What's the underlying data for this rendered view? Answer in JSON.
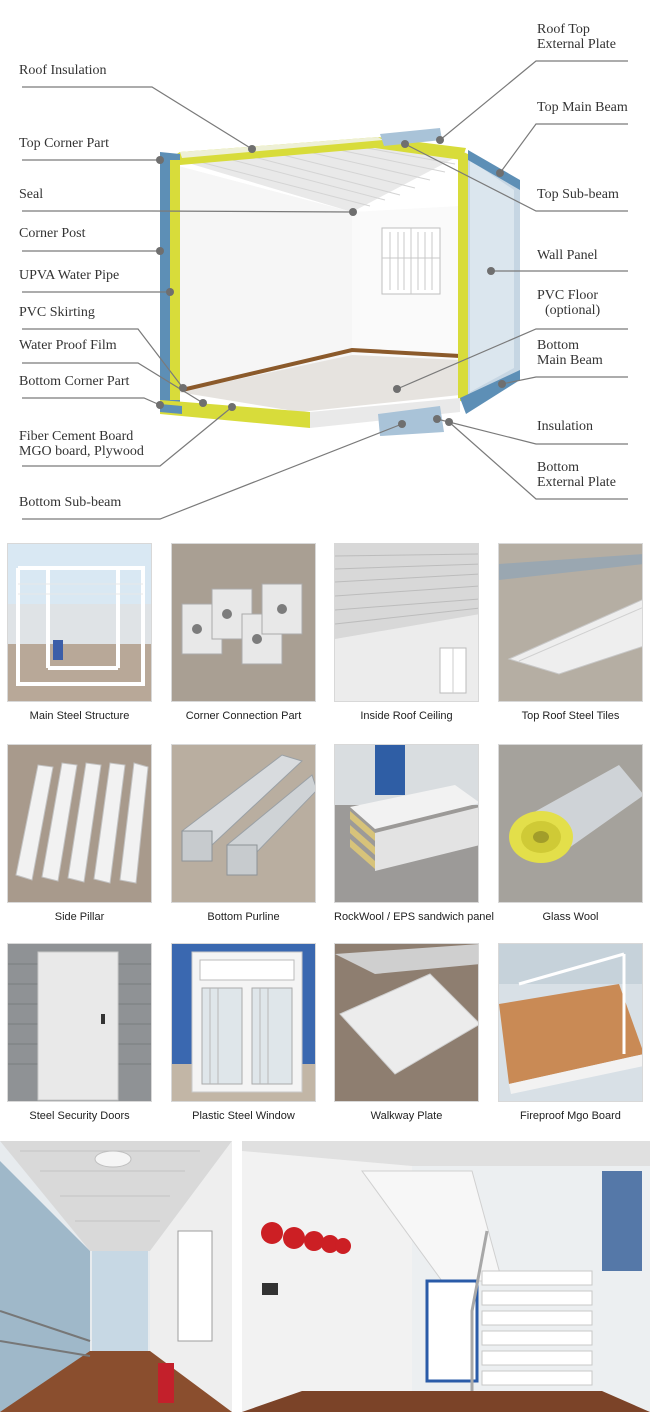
{
  "diagram": {
    "left_labels": [
      {
        "text": "Roof Insulation"
      },
      {
        "text": "Top Corner Part"
      },
      {
        "text": "Seal"
      },
      {
        "text": "Corner Post"
      },
      {
        "text": "UPVA Water Pipe"
      },
      {
        "text": "PVC Skirting"
      },
      {
        "text": "Water Proof Film"
      },
      {
        "text": "Bottom Corner Part"
      },
      {
        "text": "Fiber Cement Board",
        "sub": "MGO board,  Plywood"
      },
      {
        "text": "Bottom Sub-beam"
      }
    ],
    "right_labels": [
      {
        "text": "Roof Top",
        "sub": "External Plate"
      },
      {
        "text": "Top Main Beam"
      },
      {
        "text": "Top Sub-beam"
      },
      {
        "text": "Wall Panel"
      },
      {
        "text": "PVC Floor",
        "sub": "(optional)"
      },
      {
        "text": "Bottom",
        "sub": "Main Beam"
      },
      {
        "text": "Insulation"
      },
      {
        "text": "Bottom",
        "sub": "External Plate"
      }
    ]
  },
  "components": [
    {
      "caption": "Main Steel Structure",
      "icon": "steel-frame"
    },
    {
      "caption": "Corner Connection Part",
      "icon": "corner-castings"
    },
    {
      "caption": "Inside Roof Ceiling",
      "icon": "ceiling"
    },
    {
      "caption": "Top Roof Steel Tiles",
      "icon": "roof-tiles"
    },
    {
      "caption": "Side Pillar",
      "icon": "pillars"
    },
    {
      "caption": "Bottom Purline",
      "icon": "purline"
    },
    {
      "caption": "RockWool / EPS sandwich panel",
      "icon": "sandwich-panel"
    },
    {
      "caption": "Glass Wool",
      "icon": "glass-wool-roll"
    },
    {
      "caption": "Steel Security Doors",
      "icon": "door"
    },
    {
      "caption": "Plastic Steel Window",
      "icon": "window"
    },
    {
      "caption": "Walkway Plate",
      "icon": "walkway-plate"
    },
    {
      "caption": "Fireproof Mgo Board",
      "icon": "mgo-board"
    }
  ],
  "colors": {
    "frame_blue": "#5d8fb6",
    "insulation_yellow": "#d8dc3a",
    "floor_wood": "#8b5a2b",
    "leader_line": "#7a7a7a"
  }
}
